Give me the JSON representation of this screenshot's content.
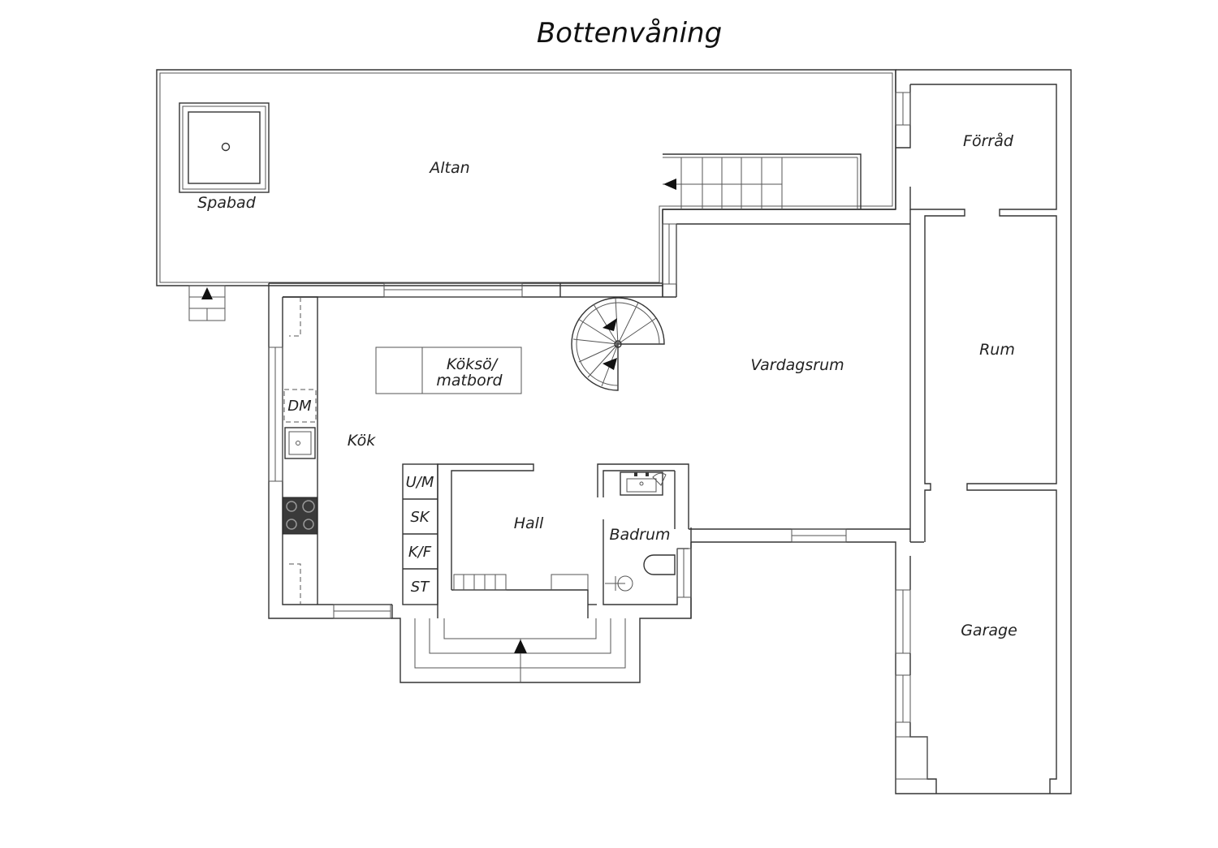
{
  "title": "Bottenvåning",
  "rooms": {
    "altan": "Altan",
    "spabad": "Spabad",
    "forrad": "Förråd",
    "rum": "Rum",
    "vardagsrum": "Vardagsrum",
    "kok": "Kök",
    "koksoe_line1": "Köksö/",
    "koksoe_line2": "matbord",
    "hall": "Hall",
    "badrum": "Badrum",
    "garage": "Garage"
  },
  "appliances": {
    "dm": "DM",
    "um": "U/M",
    "sk": "SK",
    "kf": "K/F",
    "st": "ST"
  },
  "colors": {
    "lines": "#333333",
    "background": "#ffffff",
    "stove": "#3a3a3a"
  }
}
